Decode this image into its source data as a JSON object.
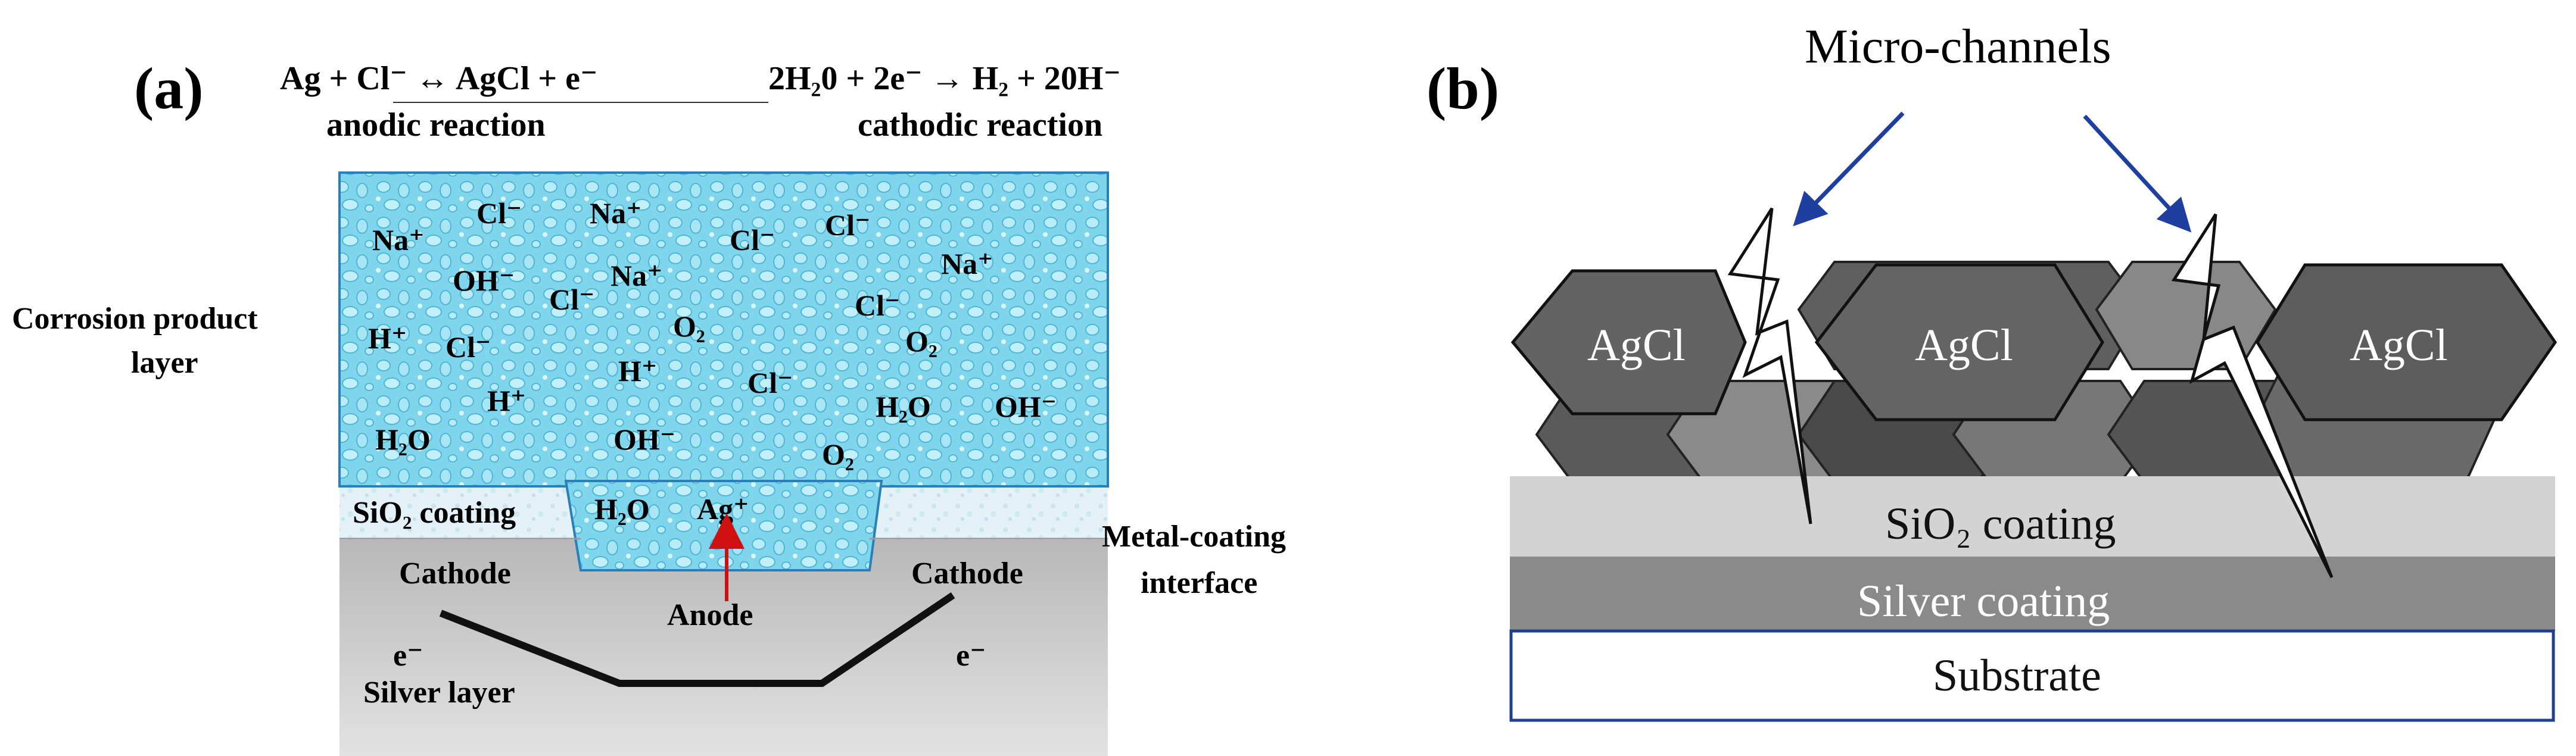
{
  "panel_a": {
    "label": "(a)",
    "anodic_equation": "Ag + Cl⁻ ↔ AgCl + e⁻",
    "anodic_caption": "anodic reaction",
    "cathodic_equation": "2H₂0 + 2e⁻ → H₂ + 20H⁻",
    "cathodic_caption": "cathodic reaction",
    "corrosion_label_line1": "Corrosion product",
    "corrosion_label_line2": "layer",
    "sio2_label": "SiO₂ coating",
    "interface_label_line1": "Metal-coating",
    "interface_label_line2": "interface",
    "cathode_left": "Cathode",
    "cathode_right": "Cathode",
    "anode": "Anode",
    "electron_left": "e⁻",
    "electron_right": "e⁻",
    "silver_layer": "Silver layer",
    "pit_h2o": "H₂O",
    "pit_ag": "Ag⁺",
    "ions": [
      "Na⁺",
      "Cl⁻",
      "Na⁺",
      "Cl⁻",
      "Cl⁻",
      "Na⁺",
      "Na⁺",
      "OH⁻",
      "Cl⁻",
      "O₂",
      "Cl⁻",
      "H⁺",
      "Cl⁻",
      "H⁺",
      "O₂",
      "H⁺",
      "Cl⁻",
      "H₂O",
      "OH⁻",
      "H₂O",
      "OH⁻",
      "O₂"
    ],
    "colors": {
      "electrolyte": "#7fd6ec",
      "sio2": "#e4f2f8",
      "silver": "#c8c8c8",
      "arrow": "#d01010"
    }
  },
  "panel_b": {
    "label": "(b)",
    "title": "Micro-channels",
    "agcl_1": "AgCl",
    "agcl_2": "AgCl",
    "agcl_3": "AgCl",
    "sio2": "SiO₂ coating",
    "silver": "Silver coating",
    "substrate": "Substrate",
    "colors": {
      "arrow": "#1f3fa0",
      "sio2": "#d3d3d3",
      "silver": "#8a8a8a",
      "substrate_border": "#1f3f8f"
    }
  }
}
